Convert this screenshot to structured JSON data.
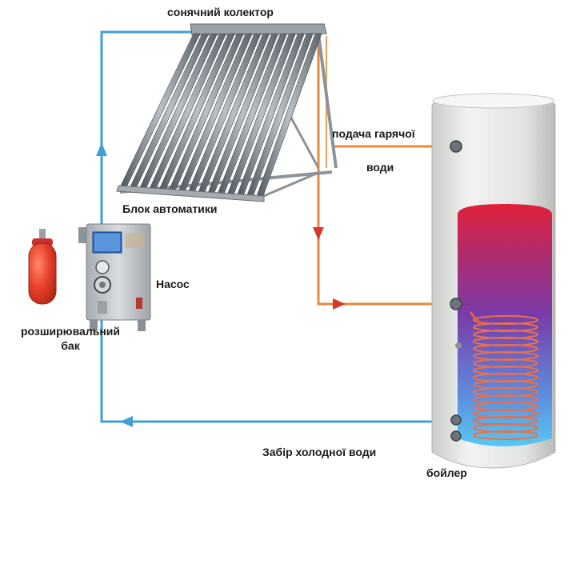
{
  "labels": {
    "collector": "сонячний колектор",
    "automation": "Блок автоматики",
    "pump": "Насос",
    "expansion_line1": "розширювальний",
    "expansion_line2": "бак",
    "hot_line1": "подача гарячої",
    "hot_line2": "води",
    "cold": "Забір холодної води",
    "boiler": "бойлер"
  },
  "colors": {
    "pipe_blue": "#3f9fd6",
    "pipe_orange": "#e8893a",
    "arrow_red": "#d23b2a",
    "tank_body": "#e4e6e4",
    "tank_gradient_top": "#e0203a",
    "tank_gradient_mid": "#7a3aa8",
    "tank_gradient_bottom": "#58c8f0",
    "coil": "#e0653a",
    "collector_tube": "#6f7880",
    "expansion_tank": "#e8402a",
    "control_box": "#b9bec4",
    "display": "#2e6fc4"
  }
}
